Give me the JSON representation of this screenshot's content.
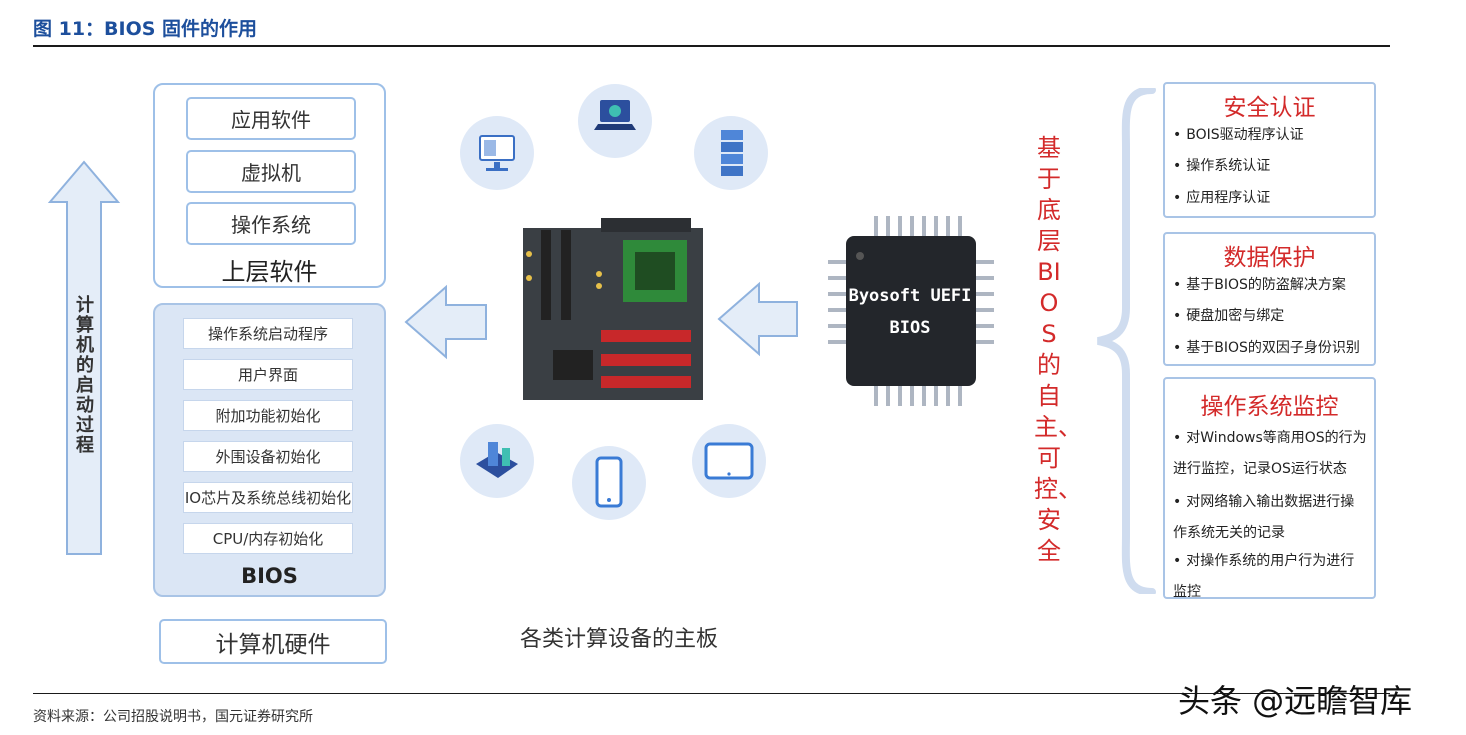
{
  "figure_title": "图 11：BIOS 固件的作用",
  "boot_process_label": "计算机的启动过程",
  "upper_software": {
    "items": [
      "应用软件",
      "虚拟机",
      "操作系统"
    ],
    "label": "上层软件"
  },
  "bios": {
    "items": [
      "操作系统启动程序",
      "用户界面",
      "附加功能初始化",
      "外围设备初始化",
      "IO芯片及系统总线初始化",
      "CPU/内存初始化"
    ],
    "label": "BIOS"
  },
  "hardware_label": "计算机硬件",
  "motherboard_caption": "各类计算设备的主板",
  "chip": {
    "line1": "Byosoft UEFI",
    "line2": "BIOS"
  },
  "vertical_slogan": "基于底层BIOS的自主、可控、安全",
  "panels": [
    {
      "title": "安全认证",
      "bullets": [
        "BOIS驱动程序认证",
        "操作系统认证",
        "应用程序认证"
      ]
    },
    {
      "title": "数据保护",
      "bullets": [
        "基于BIOS的防盗解决方案",
        "硬盘加密与绑定",
        "基于BIOS的双因子身份识别"
      ]
    },
    {
      "title": "操作系统监控",
      "bullets": [
        "对Windows等商用OS的行为进行监控，记录OS运行状态",
        "对网络输入输出数据进行操作系统无关的记录",
        "对操作系统的用户行为进行监控"
      ]
    }
  ],
  "source": "资料来源：公司招股说明书，国元证券研究所",
  "watermark": "头条 @远瞻智库",
  "colors": {
    "title_blue": "#1d4f9c",
    "accent_red": "#d32a2a",
    "box_blue": "#9ec0e8",
    "arrow_fill": "#e4edf8"
  }
}
